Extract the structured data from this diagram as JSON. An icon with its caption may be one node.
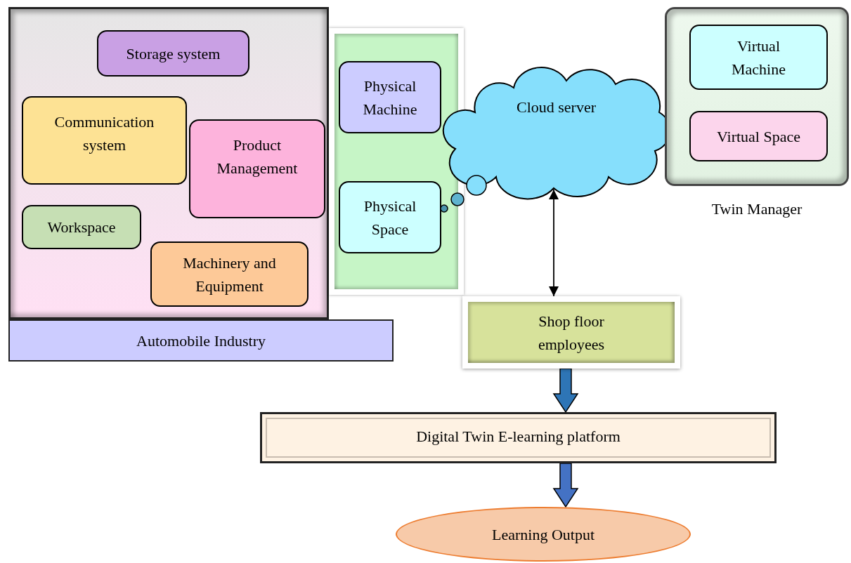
{
  "diagram": {
    "nodes": [
      {
        "text": [
          "Automobile Industry"
        ]
      },
      {
        "text": [
          "Storage system"
        ],
        "in": 0
      },
      {
        "text": [
          "Communication system"
        ],
        "in": 0
      },
      {
        "text": [
          "Product Management"
        ],
        "in": 0
      },
      {
        "text": [
          "Workspace"
        ],
        "in": 0
      },
      {
        "text": [
          "Machinery and Equipment"
        ],
        "in": 0
      },
      {
        "text": [],
        "shape": "box"
      },
      {
        "text": [
          "Physical Machine"
        ],
        "in": 6
      },
      {
        "text": [
          "Physical Space"
        ],
        "in": 6
      },
      {
        "text": [
          "Cloud server"
        ]
      },
      {
        "text": [
          "Twin Manager"
        ]
      },
      {
        "text": [
          "Virtual Machine"
        ],
        "in": 10
      },
      {
        "text": [
          "Virtual Space"
        ],
        "in": 10
      },
      {
        "text": [
          "Shop floor employees"
        ]
      },
      {
        "text": [
          "Digital Twin E-learning platform"
        ]
      },
      {
        "text": [
          "Learning Output"
        ]
      }
    ],
    "edges": [
      {
        "from": 9,
        "to": 13,
        "arrow": "both"
      },
      {
        "from": 13,
        "to": 14,
        "arrow": "to",
        "style": "thick",
        "color": "#2e75b6"
      },
      {
        "from": 14,
        "to": 15,
        "arrow": "to",
        "style": "thick",
        "color": "#4472c4"
      }
    ]
  }
}
